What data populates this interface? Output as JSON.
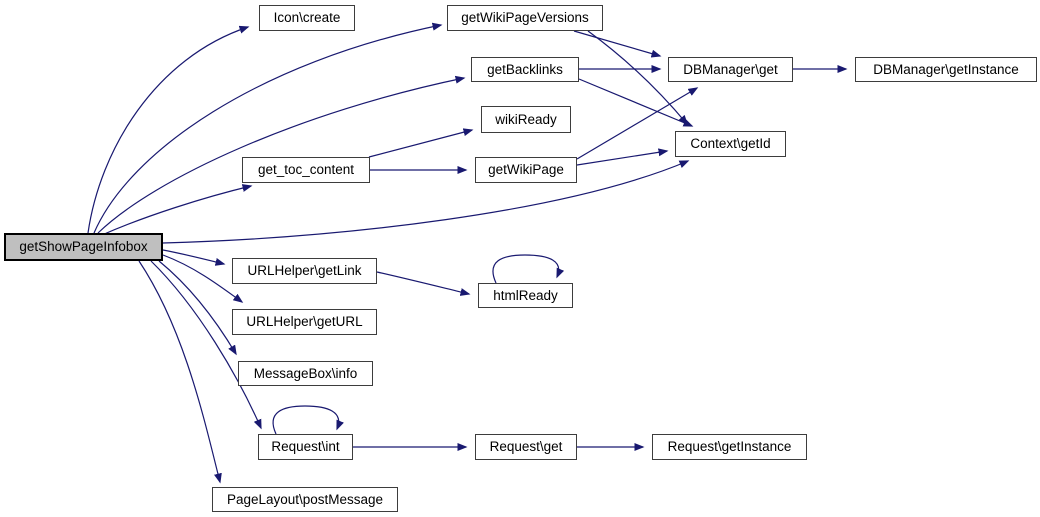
{
  "diagram": {
    "kind": "call-graph",
    "root_function": "getShowPageInfobox"
  },
  "colors": {
    "background": "#ffffff",
    "edge": "#191970",
    "node_fill": "#ffffff",
    "node_border": "#3d3d3d",
    "root_node_fill": "#bfbfbf",
    "root_node_border": "#000000",
    "text": "#000000"
  },
  "nodes": [
    {
      "id": "getShowPageInfobox",
      "label": "getShowPageInfobox",
      "highlighted": true
    },
    {
      "id": "icon-create",
      "label": "Icon\\create"
    },
    {
      "id": "getWikiPageVersions",
      "label": "getWikiPageVersions"
    },
    {
      "id": "getBacklinks",
      "label": "getBacklinks"
    },
    {
      "id": "dbmanager-get",
      "label": "DBManager\\get"
    },
    {
      "id": "dbmanager-getInstance",
      "label": "DBManager\\getInstance"
    },
    {
      "id": "wikiReady",
      "label": "wikiReady"
    },
    {
      "id": "context-getId",
      "label": "Context\\getId"
    },
    {
      "id": "get-toc-content",
      "label": "get_toc_content"
    },
    {
      "id": "getWikiPage",
      "label": "getWikiPage"
    },
    {
      "id": "urlhelper-getLink",
      "label": "URLHelper\\getLink"
    },
    {
      "id": "htmlReady",
      "label": "htmlReady"
    },
    {
      "id": "urlhelper-getURL",
      "label": "URLHelper\\getURL"
    },
    {
      "id": "messagebox-info",
      "label": "MessageBox\\info"
    },
    {
      "id": "request-int",
      "label": "Request\\int"
    },
    {
      "id": "request-get",
      "label": "Request\\get"
    },
    {
      "id": "request-getInstance",
      "label": "Request\\getInstance"
    },
    {
      "id": "pagelayout-postMessage",
      "label": "PageLayout\\postMessage"
    }
  ],
  "edges": [
    {
      "from": "getShowPageInfobox",
      "to": "Icon\\create"
    },
    {
      "from": "getShowPageInfobox",
      "to": "getWikiPageVersions"
    },
    {
      "from": "getShowPageInfobox",
      "to": "getBacklinks"
    },
    {
      "from": "getShowPageInfobox",
      "to": "get_toc_content"
    },
    {
      "from": "getShowPageInfobox",
      "to": "Context\\getId"
    },
    {
      "from": "getShowPageInfobox",
      "to": "URLHelper\\getLink"
    },
    {
      "from": "getShowPageInfobox",
      "to": "URLHelper\\getURL"
    },
    {
      "from": "getShowPageInfobox",
      "to": "MessageBox\\info"
    },
    {
      "from": "getShowPageInfobox",
      "to": "Request\\int"
    },
    {
      "from": "getShowPageInfobox",
      "to": "PageLayout\\postMessage"
    },
    {
      "from": "getWikiPageVersions",
      "to": "DBManager\\get"
    },
    {
      "from": "getWikiPageVersions",
      "to": "Context\\getId"
    },
    {
      "from": "getBacklinks",
      "to": "DBManager\\get"
    },
    {
      "from": "getBacklinks",
      "to": "Context\\getId"
    },
    {
      "from": "getWikiPage",
      "to": "DBManager\\get"
    },
    {
      "from": "getWikiPage",
      "to": "Context\\getId"
    },
    {
      "from": "get_toc_content",
      "to": "wikiReady"
    },
    {
      "from": "get_toc_content",
      "to": "getWikiPage"
    },
    {
      "from": "DBManager\\get",
      "to": "DBManager\\getInstance"
    },
    {
      "from": "URLHelper\\getLink",
      "to": "htmlReady"
    },
    {
      "from": "htmlReady",
      "to": "htmlReady"
    },
    {
      "from": "Request\\int",
      "to": "Request\\int"
    },
    {
      "from": "Request\\int",
      "to": "Request\\get"
    },
    {
      "from": "Request\\get",
      "to": "Request\\getInstance"
    }
  ]
}
